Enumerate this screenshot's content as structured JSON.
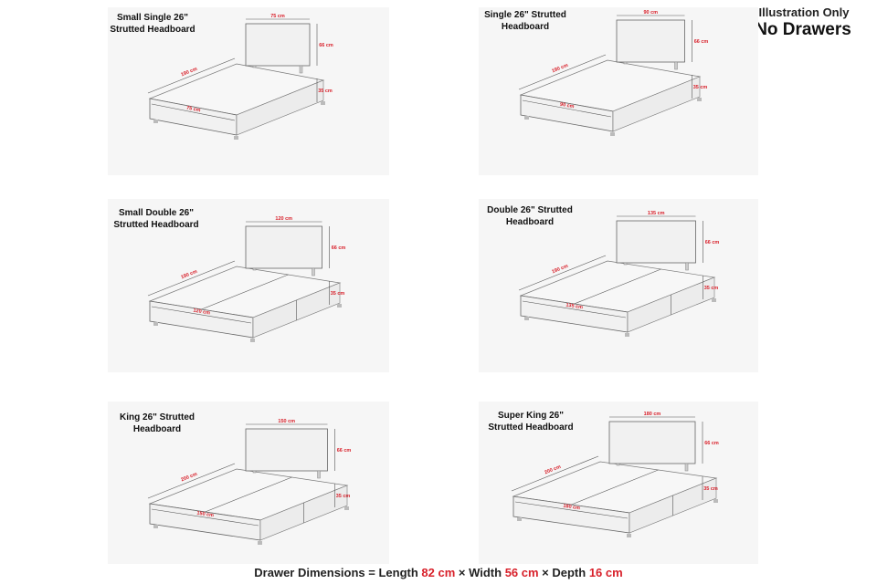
{
  "header": {
    "line1": "Illustration Only",
    "line2": "No Drawers"
  },
  "beds": [
    {
      "title1": "Small Single 26\"",
      "title2": "Strutted Headboard",
      "hb_width": "75 cm",
      "hb_height": "66 cm",
      "length": "190 cm",
      "base_width": "75 cm",
      "base_height": "35 cm"
    },
    {
      "title1": "Single 26\" Strutted",
      "title2": "Headboard",
      "hb_width": "90 cm",
      "hb_height": "66 cm",
      "length": "190 cm",
      "base_width": "90 cm",
      "base_height": "35 cm"
    },
    {
      "title1": "Small Double  26\"",
      "title2": "Strutted Headboard",
      "hb_width": "120 cm",
      "hb_height": "66 cm",
      "length": "190 cm",
      "base_width": "120 cm",
      "base_height": "35 cm"
    },
    {
      "title1": "Double 26\" Strutted",
      "title2": "Headboard",
      "hb_width": "135 cm",
      "hb_height": "66 cm",
      "length": "190 cm",
      "base_width": "135 cm",
      "base_height": "35 cm"
    },
    {
      "title1": "King 26\" Strutted",
      "title2": "Headboard",
      "hb_width": "150 cm",
      "hb_height": "66 cm",
      "length": "200 cm",
      "base_width": "150 cm",
      "base_height": "35 cm"
    },
    {
      "title1": "Super King  26\"",
      "title2": "Strutted Headboard",
      "hb_width": "180 cm",
      "hb_height": "66 cm",
      "length": "200 cm",
      "base_width": "180 cm",
      "base_height": "35 cm"
    }
  ],
  "footer": {
    "prefix": "Drawer Dimensions = Length ",
    "length": "82 cm",
    "sep1": " × Width ",
    "width": "56 cm",
    "sep2": " × Depth ",
    "depth": "16 cm"
  }
}
